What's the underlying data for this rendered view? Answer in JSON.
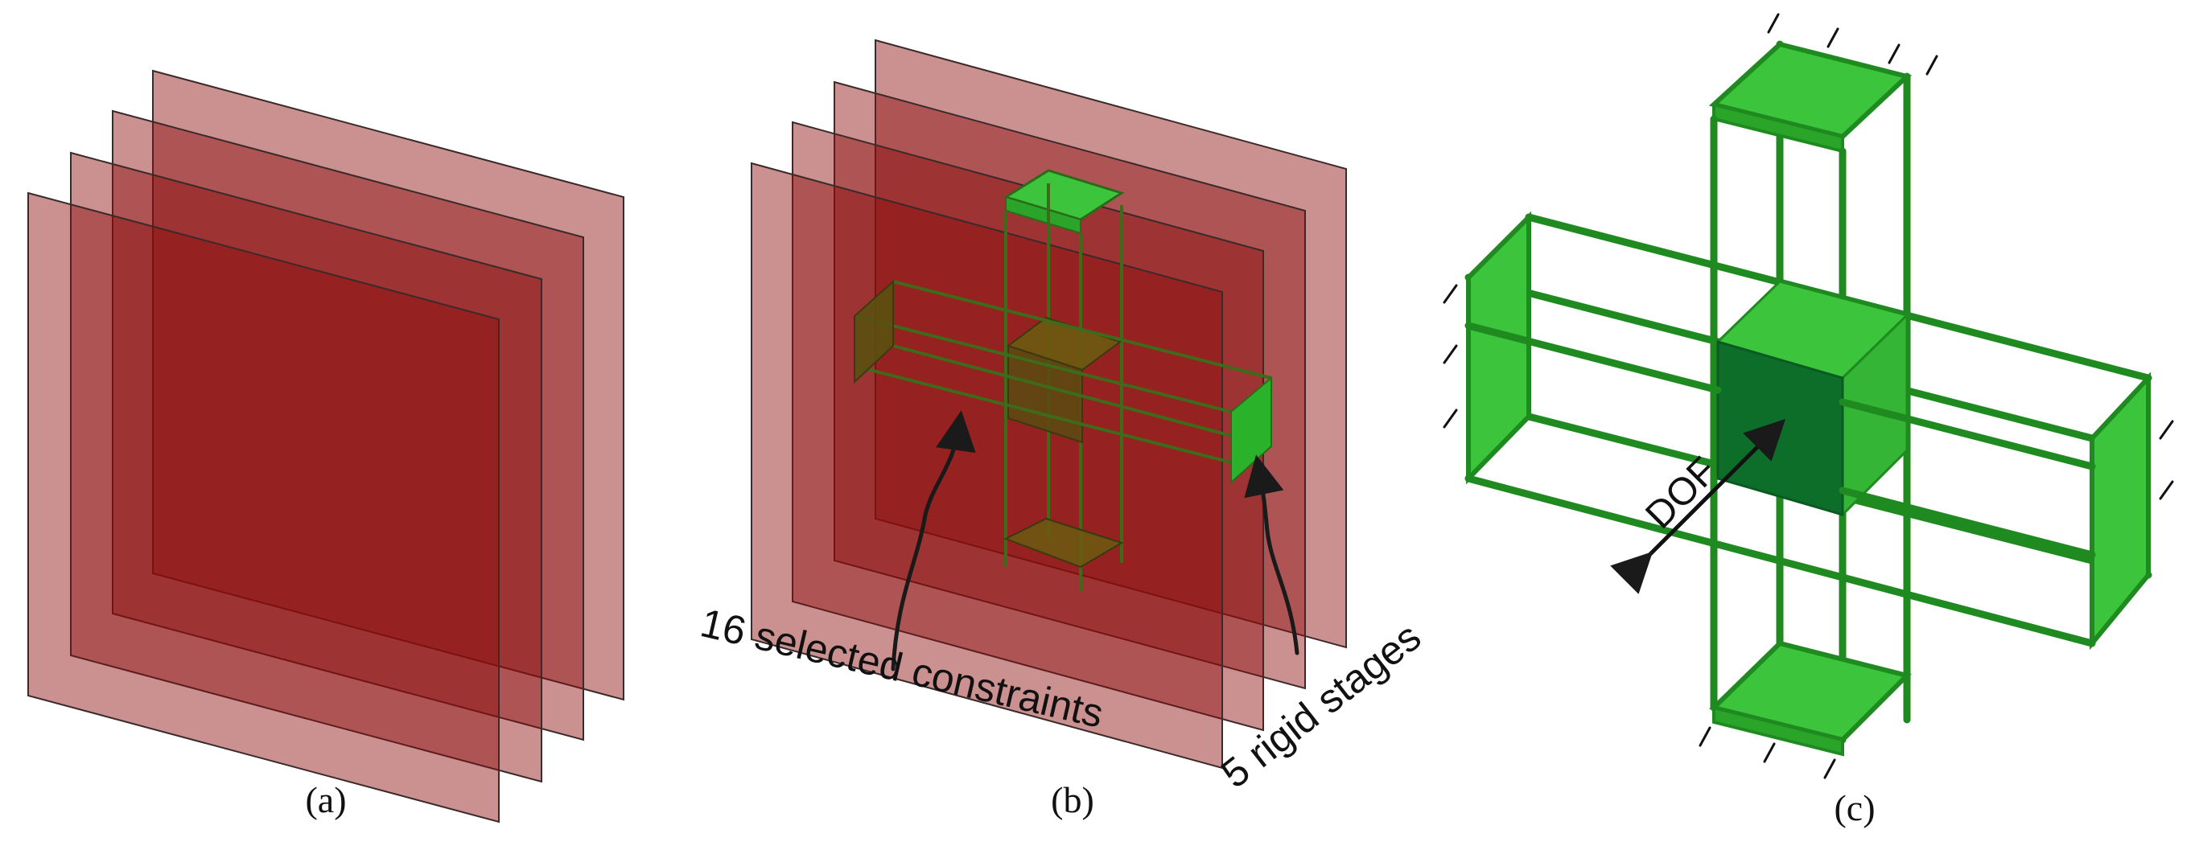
{
  "panels": {
    "a": {
      "caption": "(a)"
    },
    "b": {
      "caption": "(b)",
      "label_constraints": "16 selected constraints",
      "label_stages": "5 rigid stages"
    },
    "c": {
      "caption": "(c)",
      "label_dof": "DOF"
    }
  },
  "colors": {
    "plate": "#8b0a0a",
    "stage": "#3cc43c",
    "stage_dark": "#0d6e2a",
    "rod": "#1f8a1f",
    "text": "#111111"
  }
}
